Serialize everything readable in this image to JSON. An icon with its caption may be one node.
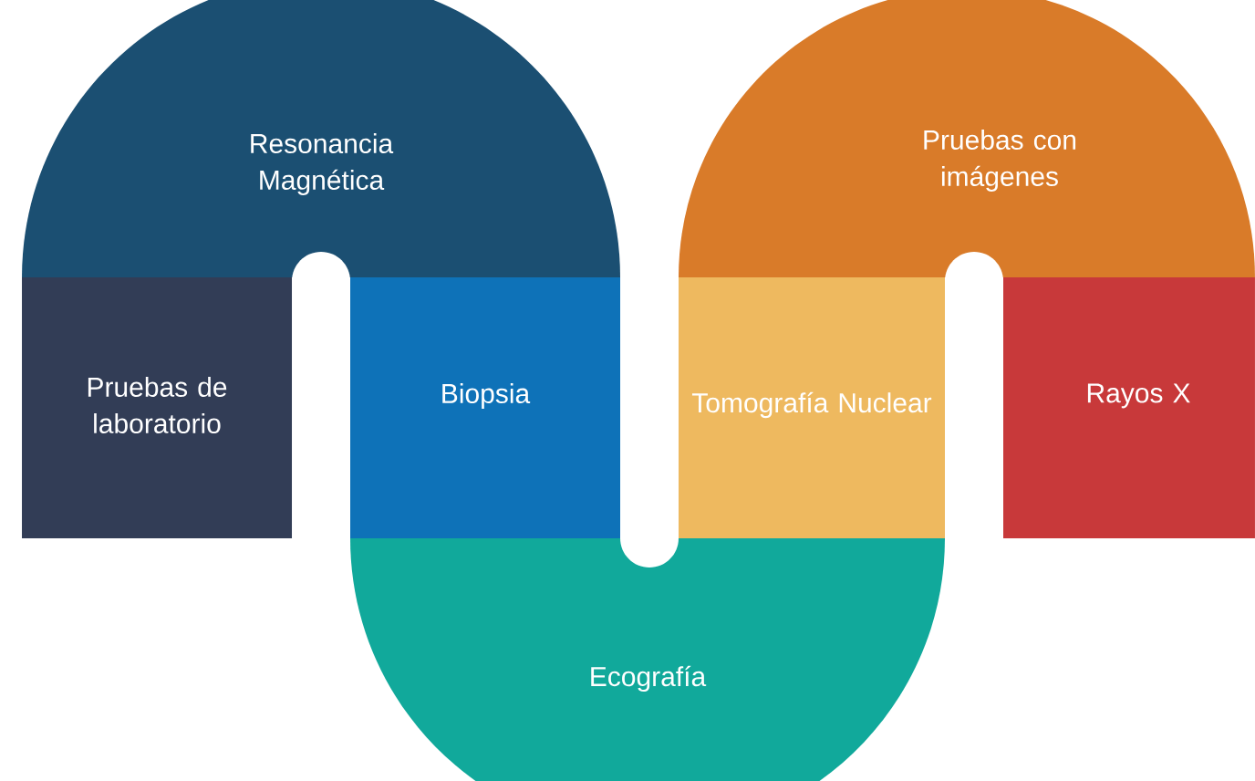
{
  "diagram": {
    "nodes": [
      {
        "text": [
          "Resonancia Magnética"
        ]
      },
      {
        "text": [
          "Pruebas con imágenes"
        ]
      },
      {
        "text": [
          "Pruebas de laboratorio"
        ]
      },
      {
        "text": [
          "Biopsia"
        ]
      },
      {
        "text": [
          "Tomografía Nuclear"
        ]
      },
      {
        "text": [
          "Rayos X"
        ]
      },
      {
        "text": [
          "Ecografía"
        ]
      }
    ]
  }
}
